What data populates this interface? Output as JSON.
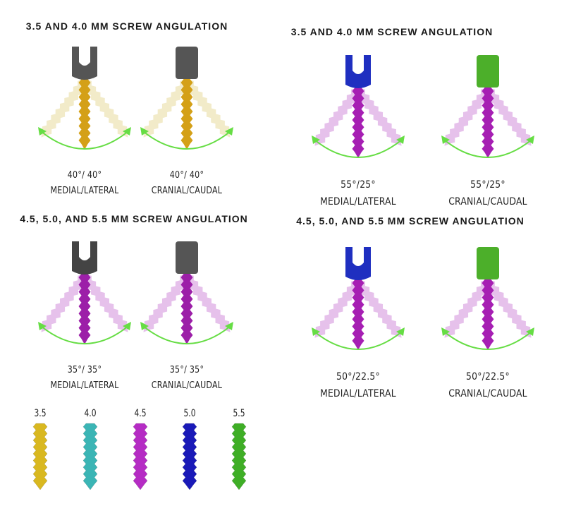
{
  "panels": [
    {
      "title": "3.5 AND 4.0 MM SCREW ANGULATION",
      "screw_color": "#d4a017",
      "ghost_color": "#f0e8c0",
      "figures": [
        {
          "head": "tulip",
          "head_color": "#555555",
          "angle": "40°/ 40°",
          "direction": "MEDIAL/LATERAL"
        },
        {
          "head": "cap",
          "head_color": "#555555",
          "angle": "40°/ 40°",
          "direction": "CRANIAL/CAUDAL"
        }
      ]
    },
    {
      "title": "4.5, 5.0, AND 5.5 MM SCREW ANGULATION",
      "screw_color": "#9c1fa8",
      "ghost_color": "#e2b6e8",
      "figures": [
        {
          "head": "tulip",
          "head_color": "#444444",
          "angle": "35°/ 35°",
          "direction": "MEDIAL/LATERAL"
        },
        {
          "head": "cap",
          "head_color": "#555555",
          "angle": "35°/ 35°",
          "direction": "CRANIAL/CAUDAL"
        }
      ]
    },
    {
      "title": "3.5 AND 4.0 MM SCREW ANGULATION",
      "screw_color": "#a61fb3",
      "ghost_color": "#e2b6e8",
      "figures": [
        {
          "head": "tulip",
          "head_color": "#1f2fc0",
          "angle": "55°/25°",
          "direction": "MEDIAL/LATERAL"
        },
        {
          "head": "cap",
          "head_color": "#4caf2a",
          "angle": "55°/25°",
          "direction": "CRANIAL/CAUDAL"
        }
      ]
    },
    {
      "title": "4.5, 5.0, AND 5.5 MM SCREW ANGULATION",
      "screw_color": "#a61fb3",
      "ghost_color": "#e2b6e8",
      "figures": [
        {
          "head": "tulip",
          "head_color": "#1f2fc0",
          "angle": "50°/22.5°",
          "direction": "MEDIAL/LATERAL"
        },
        {
          "head": "cap",
          "head_color": "#4caf2a",
          "angle": "50°/22.5°",
          "direction": "CRANIAL/CAUDAL"
        }
      ]
    }
  ],
  "arrow_color": "#66dd44",
  "sizes": [
    {
      "label": "3.5",
      "color": "#d9b820"
    },
    {
      "label": "4.0",
      "color": "#3bb5b5"
    },
    {
      "label": "4.5",
      "color": "#b52cc4"
    },
    {
      "label": "5.0",
      "color": "#1a1ab8"
    },
    {
      "label": "5.5",
      "color": "#3fae26"
    }
  ]
}
